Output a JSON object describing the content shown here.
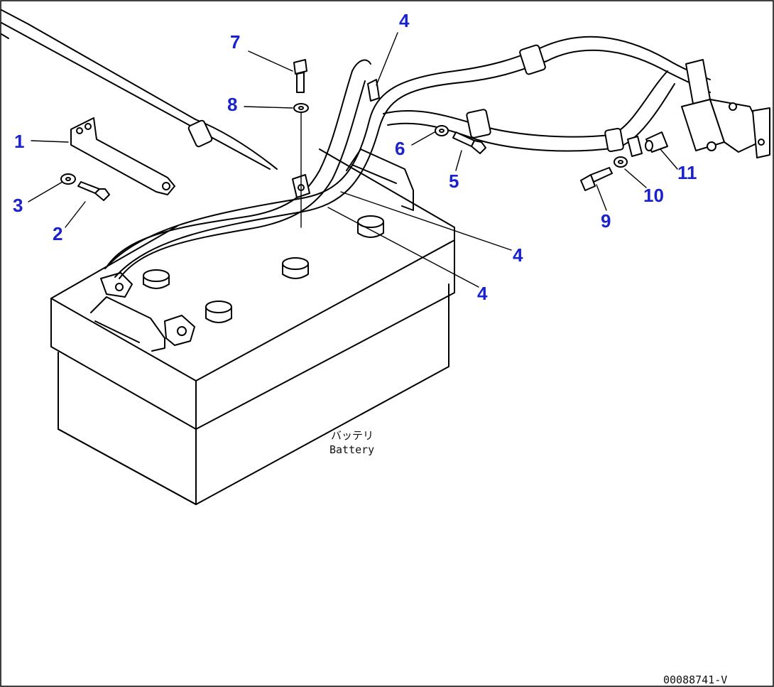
{
  "callouts": [
    {
      "id": "c1",
      "label": "1"
    },
    {
      "id": "c2",
      "label": "2"
    },
    {
      "id": "c3",
      "label": "3"
    },
    {
      "id": "c4a",
      "label": "4"
    },
    {
      "id": "c4b",
      "label": "4"
    },
    {
      "id": "c4c",
      "label": "4"
    },
    {
      "id": "c5",
      "label": "5"
    },
    {
      "id": "c6",
      "label": "6"
    },
    {
      "id": "c7",
      "label": "7"
    },
    {
      "id": "c8",
      "label": "8"
    },
    {
      "id": "c9",
      "label": "9"
    },
    {
      "id": "c10",
      "label": "10"
    },
    {
      "id": "c11",
      "label": "11"
    }
  ],
  "battery_label_jp": "バッテリ",
  "battery_label_en": "Battery",
  "doc_id": "00088741-V",
  "colors": {
    "callout": "#1a22cc",
    "line": "#000000"
  }
}
